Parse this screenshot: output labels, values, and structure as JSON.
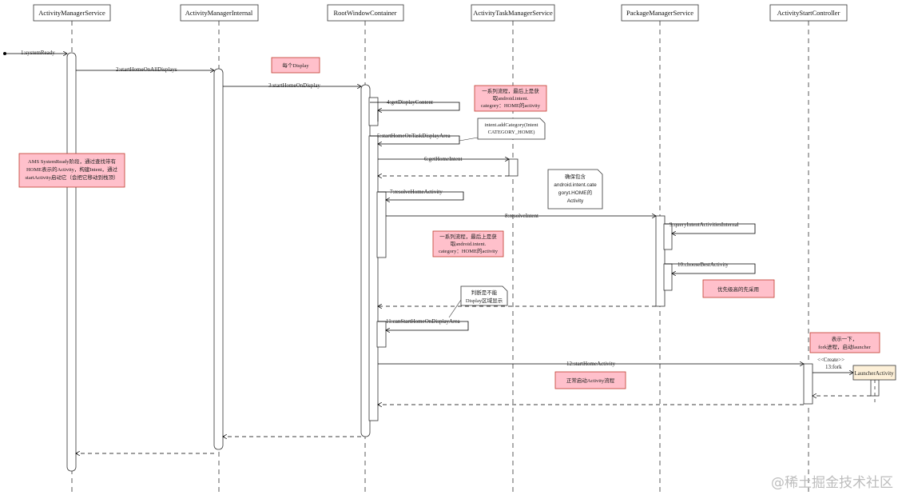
{
  "lifelines": [
    "ActivityManagerService",
    "ActivityManagerInternal",
    "RootWindowContainer",
    "ActivityTaskManagerService",
    "PackageManagerService",
    "ActivityStartController"
  ],
  "messages": {
    "m1": "1:systemReady",
    "m2": "2:startHomeOnAllDisplays",
    "m3": "3:startHomeOnDisplay",
    "m4": "4:getDisplayContent",
    "m5": "5:startHomeOnTaskDisplayArea",
    "m6": "6:getHomeIntent",
    "m7": "7:resolveHomeActivity",
    "m8": "8:resolveIntent",
    "m9": "9:queryIntentActivitiesInternal",
    "m10": "10:chooseBestActivity",
    "m11": "11:canStartHomeOnDisplayArea",
    "m12": "12:startHomeActivity",
    "m13": "13:fork",
    "create": "<<Create>>"
  },
  "created": "LauncherActivity",
  "notes": {
    "per_display": "每个Display",
    "ams_ready": [
      "AMS SystemReady阶段，通过查找带有",
      "HOME表示的Activity，构建Intent，通过",
      "startActivity启动它（会把它移动到栈顶）"
    ],
    "series1": [
      "一系列流程，最后上是获",
      "取android.intent.",
      "category：HOME的activity"
    ],
    "add_category": [
      "intent.addCategory(Intent",
      "CATEGORY_HOME)"
    ],
    "confirm": [
      "确保包含",
      "android.intent.cate",
      "goryt.HOME的",
      "Activity"
    ],
    "series2": [
      "一系列流程，最后上是获",
      "取android.intent.",
      "category：HOME的activity"
    ],
    "judge": [
      "判断是不能",
      "Display区域显示"
    ],
    "priority": "优先级高的先采用",
    "fork": [
      "表示一下，",
      "fork进程，启动launcher"
    ],
    "normal": "正常启动Activity流程"
  },
  "watermark": "@稀土掘金技术社区",
  "colors": {
    "note_pink": "#ffc0cb",
    "note_border": "#c0392b",
    "created_fill": "#fdf0d8"
  }
}
